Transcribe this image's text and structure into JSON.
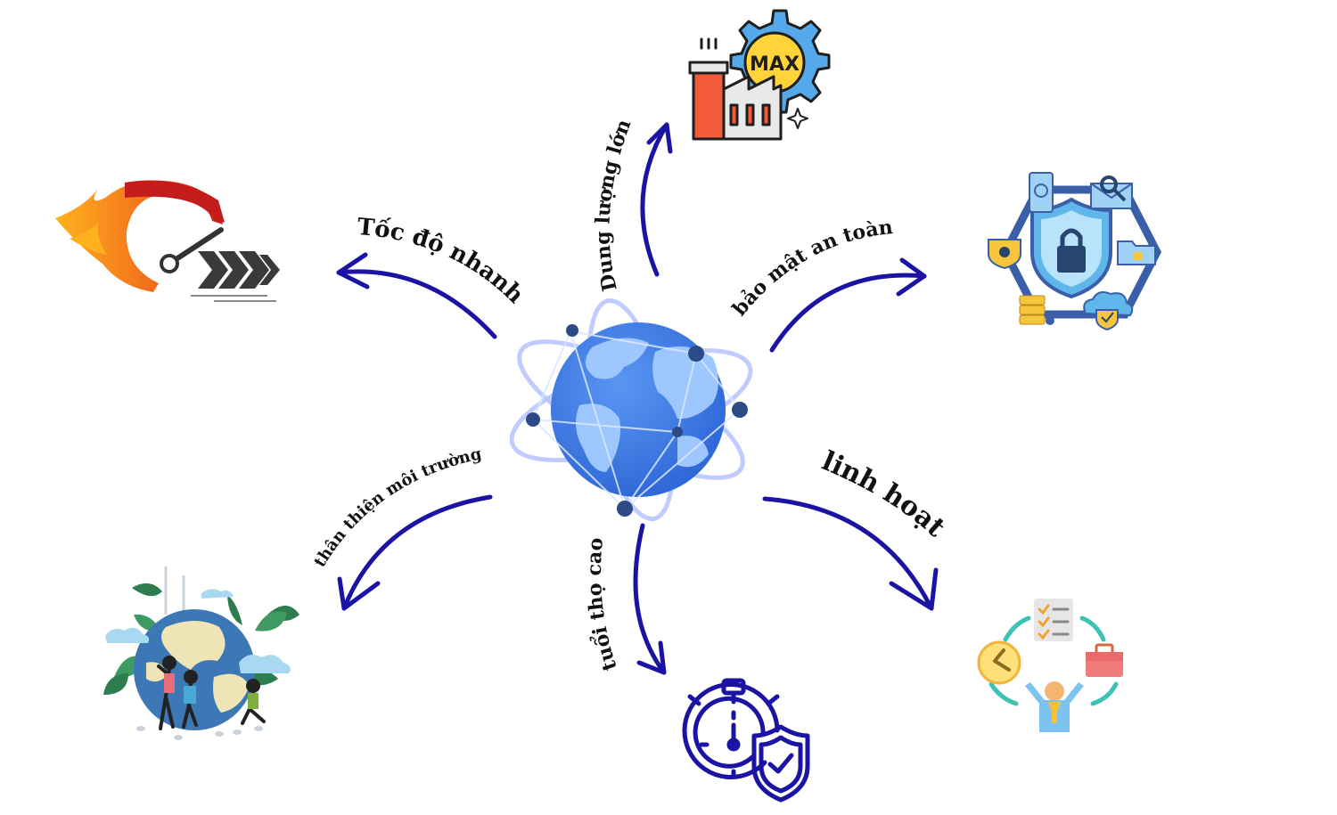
{
  "labels": {
    "speed": "Tốc độ nhanh",
    "capacity": "Dung lượng lớn",
    "security": "bảo mật an toàn",
    "eco": "thân thiện môi trường",
    "lifespan": "tuổi thọ cao",
    "flexible": "linh hoạt"
  },
  "icons": {
    "center": "globe-network-icon",
    "speed": "speedometer-icon",
    "capacity": "factory-max-capacity-icon",
    "security": "cyber-security-shield-icon",
    "eco": "earth-environment-icon",
    "lifespan": "stopwatch-shield-icon",
    "flexible": "flexible-worker-icon"
  },
  "colors": {
    "arrow": "#1b13a3",
    "globe": "#3f7fe8",
    "land": "#9ec6ff",
    "node": "#2c4a86",
    "orbit": "#b9c6ff"
  }
}
